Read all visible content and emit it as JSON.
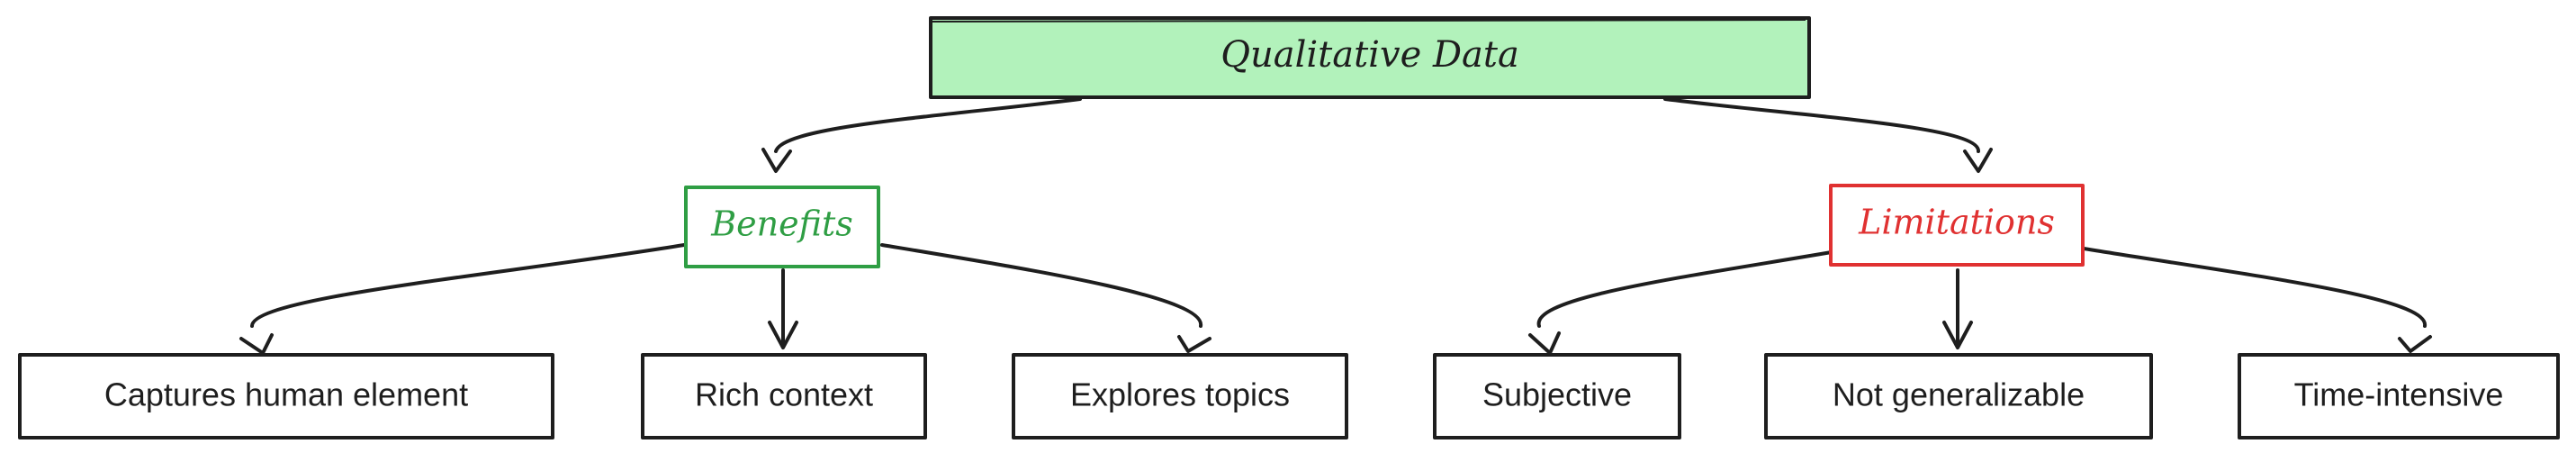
{
  "root": {
    "label": "Qualitative Data",
    "fill": "#b2f2bb",
    "stroke": "#1e1e1e",
    "text_color": "#1e1e1e"
  },
  "categories": [
    {
      "id": "benefits",
      "label": "Benefits",
      "stroke": "#2f9e44",
      "text_color": "#2f9e44"
    },
    {
      "id": "limitations",
      "label": "Limitations",
      "stroke": "#e03131",
      "text_color": "#e03131"
    }
  ],
  "leaves": [
    {
      "id": "captures-human-element",
      "label": "Captures human element",
      "parent": "benefits"
    },
    {
      "id": "rich-context",
      "label": "Rich context",
      "parent": "benefits"
    },
    {
      "id": "explores-topics",
      "label": "Explores topics",
      "parent": "benefits"
    },
    {
      "id": "subjective",
      "label": "Subjective",
      "parent": "limitations"
    },
    {
      "id": "not-generalizable",
      "label": "Not generalizable",
      "parent": "limitations"
    },
    {
      "id": "time-intensive",
      "label": "Time-intensive",
      "parent": "limitations"
    }
  ],
  "colors": {
    "line": "#1e1e1e",
    "leaf_stroke": "#1e1e1e",
    "leaf_fill": "#ffffff",
    "background": "#ffffff"
  }
}
